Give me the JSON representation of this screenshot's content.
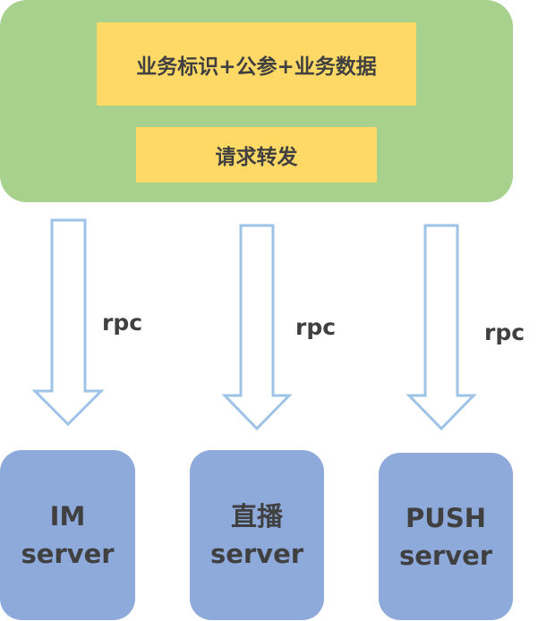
{
  "gateway": {
    "header_label": "业务标识+公参+业务数据",
    "forward_label": "请求转发"
  },
  "connections": [
    {
      "label": "rpc"
    },
    {
      "label": "rpc"
    },
    {
      "label": "rpc"
    }
  ],
  "servers": [
    {
      "line1": "IM",
      "line2": "server"
    },
    {
      "line1": "直播",
      "line2": "server"
    },
    {
      "line1": "PUSH",
      "line2": "server"
    }
  ],
  "colors": {
    "gateway_fill": "#a9d18e",
    "label_fill": "#ffd966",
    "server_fill": "#8eaadb",
    "arrow_stroke": "#9dc3e6",
    "text": "#404040"
  }
}
